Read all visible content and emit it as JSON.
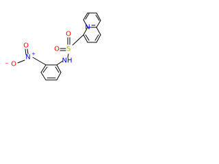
{
  "colors": {
    "bond": "#000000",
    "nitrogen": "#0000ff",
    "oxygen": "#ff0000",
    "sulfur": "#b3a800"
  },
  "atoms": {
    "quinoline_n": "N",
    "sulfonyl_s": "S",
    "sulfonyl_o_top": "O",
    "sulfonyl_o_bottom": "O",
    "amine": "NH",
    "nitro_n": "N",
    "nitro_n_charge": "+",
    "nitro_o_top": "O",
    "nitro_o_bottom": "O",
    "nitro_o_charge": "−"
  }
}
